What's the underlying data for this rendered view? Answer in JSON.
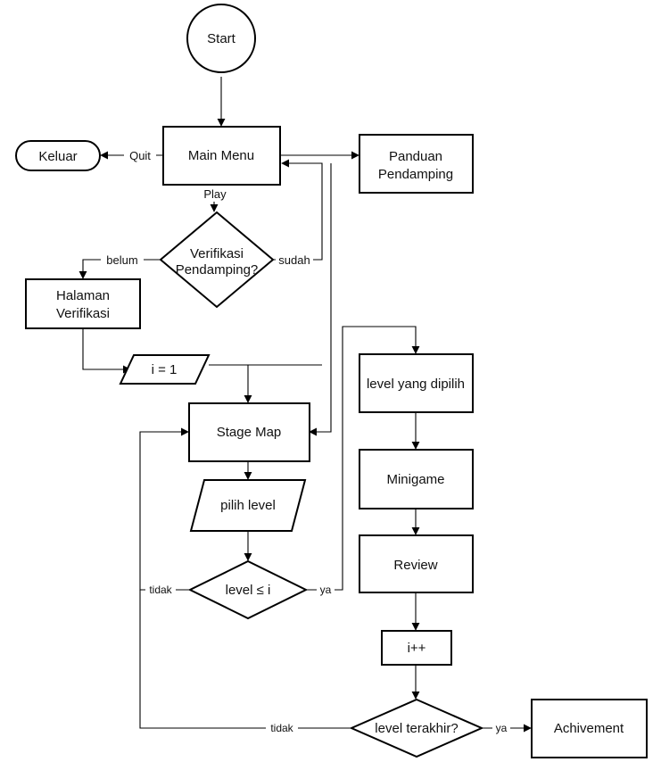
{
  "nodes": {
    "start": "Start",
    "main_menu": "Main Menu",
    "keluar": "Keluar",
    "panduan_line1": "Panduan",
    "panduan_line2": "Pendamping",
    "verifikasi_line1": "Verifikasi",
    "verifikasi_line2": "Pendamping?",
    "halaman_line1": "Halaman",
    "halaman_line2": "Verifikasi",
    "i_init": "i = 1",
    "stage_map": "Stage Map",
    "pilih_level": "pilih level",
    "level_check": "level ≤ i",
    "level_dipilih": "level yang dipilih",
    "minigame": "Minigame",
    "review": "Review",
    "increment": "i++",
    "level_terakhir": "level terakhir?",
    "achivement": "Achivement"
  },
  "edge_labels": {
    "quit": "Quit",
    "play": "Play",
    "belum": "belum",
    "sudah": "sudah",
    "tidak_level": "tidak",
    "ya_level": "ya",
    "tidak_terakhir": "tidak",
    "ya_terakhir": "ya"
  }
}
